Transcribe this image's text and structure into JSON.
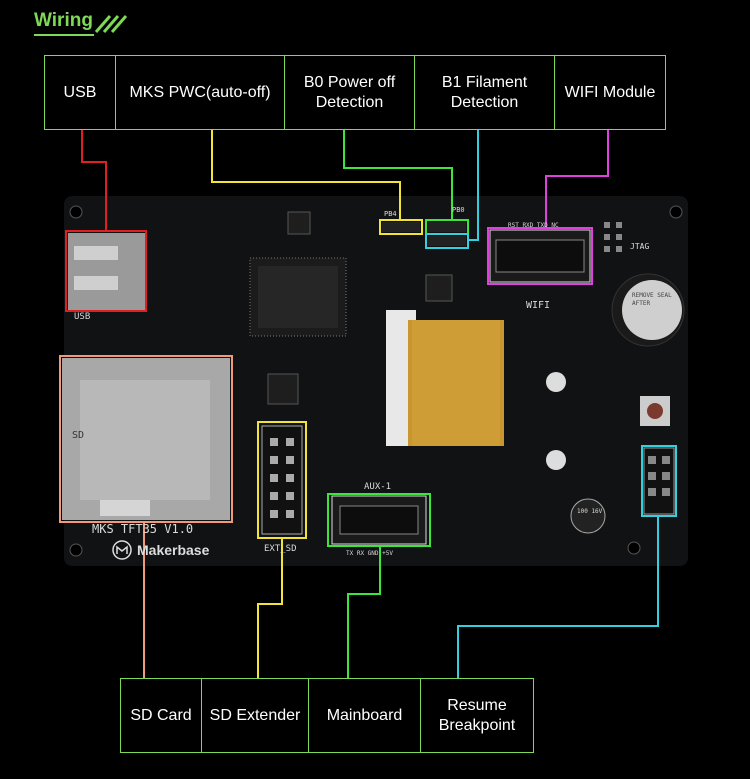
{
  "title": "Wiring",
  "top_labels": [
    {
      "id": "usb",
      "text": "USB"
    },
    {
      "id": "pwc",
      "text": "MKS PWC(auto-off)"
    },
    {
      "id": "b0",
      "text": "B0 Power off Detection"
    },
    {
      "id": "b1",
      "text": "B1 Filament Detection"
    },
    {
      "id": "wifi",
      "text": "WIFI Module"
    }
  ],
  "bottom_labels": [
    {
      "id": "sd_card",
      "text": "SD Card"
    },
    {
      "id": "sd_ext",
      "text": "SD Extender"
    },
    {
      "id": "mainboard",
      "text": "Mainboard"
    },
    {
      "id": "resume",
      "text": "Resume Breakpoint"
    }
  ],
  "board_text": {
    "model": "MKS  TFT35  V1.0",
    "brand": "Makerbase",
    "usb_silk": "USB",
    "sd_silk": "SD",
    "wifi_silk": "WIFI",
    "ext_sd_silk": "EXT_SD",
    "aux_silk": "AUX-1",
    "jtag_silk": "JTAG",
    "pb0_silk": "PB0",
    "pb4_silk": "PB4",
    "buzzer_silk": "REMOVE SEAL AFTER",
    "cap_silk": "100 16V",
    "wifi_pins": "RST RXD TXD NC",
    "aux_pins": "TX  RX  GND +5V"
  },
  "colors": {
    "usb": "#e02020",
    "pwc": "#f2e437",
    "b0": "#39e639",
    "b1": "#35d0e0",
    "wifi": "#e040e0",
    "sd_card": "#f09a7a",
    "sd_ext": "#f2e437",
    "mainboard": "#39e639",
    "resume": "#35d0e0",
    "label_border": "#7ed957"
  }
}
